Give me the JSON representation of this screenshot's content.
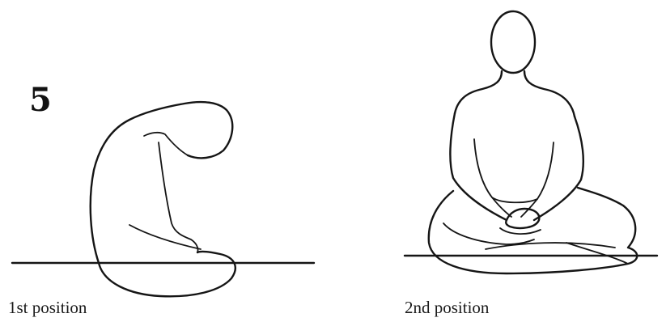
{
  "step_number": "5",
  "figures": [
    {
      "caption": "1st position"
    },
    {
      "caption": "2nd position"
    }
  ]
}
